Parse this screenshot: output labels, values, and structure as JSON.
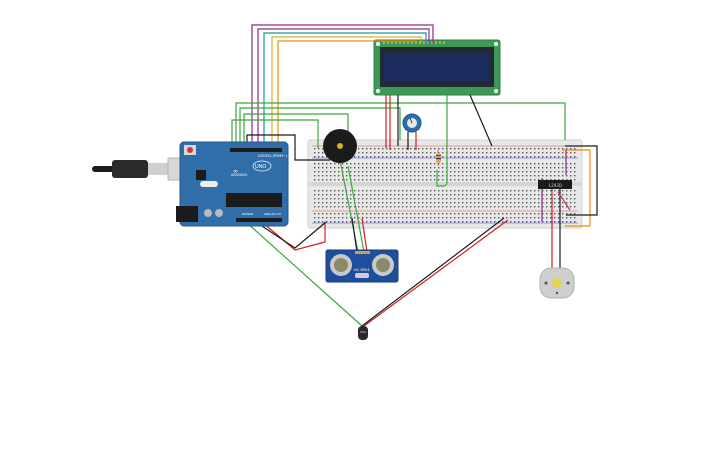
{
  "arduino": {
    "brand": "ARDUINO",
    "model": "UNO",
    "header_digital": "DIGITAL (PWM~)",
    "header_power": "POWER",
    "header_analog": "ANALOG IN",
    "color": "#2f6ea8"
  },
  "ultrasonic": {
    "label": "HC-SR04",
    "color": "#1d4f9c"
  },
  "motor_driver": {
    "label": "L293D"
  },
  "lcd": {
    "color": "#3c9a54",
    "screen_color": "#1d2a5e"
  },
  "wire_colors": {
    "red": "#d11f1f",
    "black": "#1b1b1b",
    "green": "#3aa83a",
    "orange": "#ee8a10",
    "purple": "#8e2a8c",
    "teal": "#1897a8",
    "yellow": "#d9b21a"
  }
}
